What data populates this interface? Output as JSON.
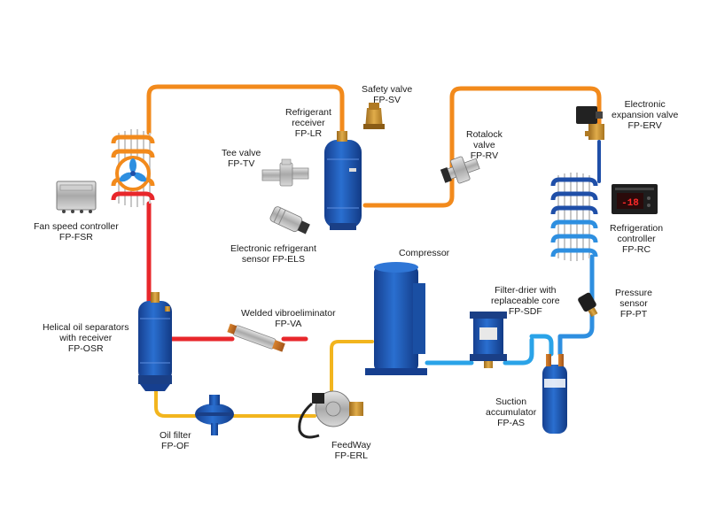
{
  "colors": {
    "discharge_line": "#f28a1c",
    "hot_gas_line": "#e8272b",
    "oil_line": "#f2b51e",
    "liquid_line_dark": "#1f4fa8",
    "liquid_line_light": "#2e8fe0",
    "suction_line": "#2aa3e8",
    "component_blue": "#1f5ab8",
    "brass": "#c9922f"
  },
  "labels": {
    "safety_valve": [
      "Safety valve",
      "FP-SV"
    ],
    "refrigerant_receiver": [
      "Refrigerant",
      "receiver",
      "FP-LR"
    ],
    "electronic_expansion_valve": [
      "Electronic",
      "expansion valve",
      "FP-ERV"
    ],
    "rotalock_valve": [
      "Rotalock",
      "valve",
      "FP-RV"
    ],
    "tee_valve": [
      "Tee valve",
      "FP-TV"
    ],
    "fan_speed_controller": [
      "Fan speed controller",
      "FP-FSR"
    ],
    "electronic_refrigerant_sensor": [
      "Electronic refrigerant",
      "sensor FP-ELS"
    ],
    "refrigeration_controller": [
      "Refrigeration",
      "controller",
      "FP-RC"
    ],
    "compressor": [
      "Compressor"
    ],
    "filter_drier": [
      "Filter-drier with",
      "replaceable core",
      "FP-SDF"
    ],
    "pressure_sensor": [
      "Pressure",
      "sensor",
      "FP-PT"
    ],
    "helical_oil_separators": [
      "Helical oil separators",
      "with receiver",
      "FP-OSR"
    ],
    "welded_vibroeliminator": [
      "Welded vibroeliminator",
      "FP-VA"
    ],
    "suction_accumulator": [
      "Suction",
      "accumulator",
      "FP-AS"
    ],
    "oil_filter": [
      "Oil filter",
      "FP-OF"
    ],
    "feedway": [
      "FeedWay",
      "FP-ERL"
    ]
  },
  "controller_display": "-18"
}
